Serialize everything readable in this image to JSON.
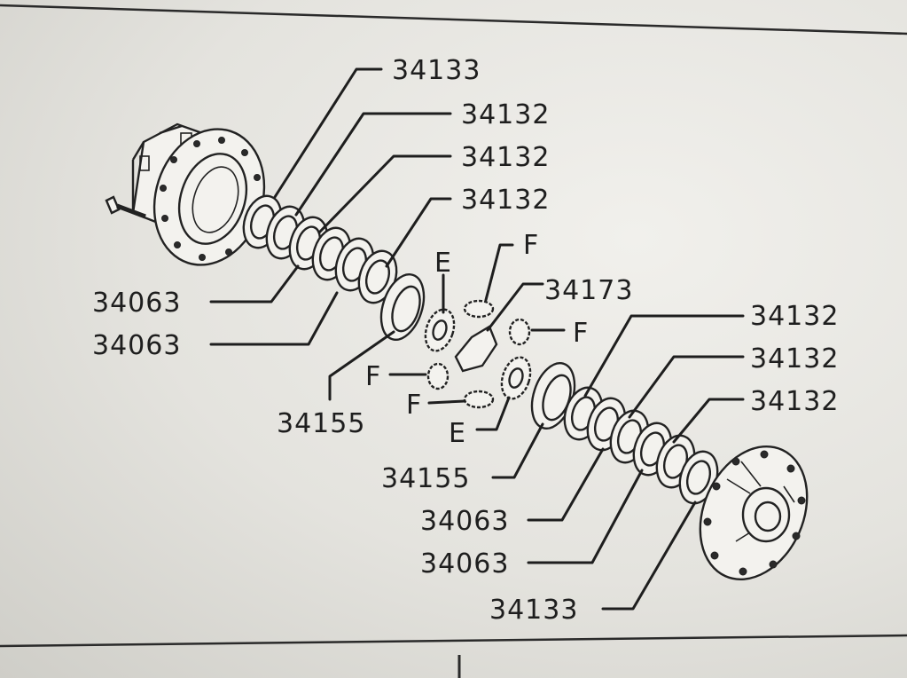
{
  "labels": {
    "top_34133": "34133",
    "top_34132_a": "34132",
    "top_34132_b": "34132",
    "top_34132_c": "34132",
    "left_34063_a": "34063",
    "left_34063_b": "34063",
    "left_34155": "34155",
    "e_upper": "E",
    "f_upper": "F",
    "p_34173": "34173",
    "f_right": "F",
    "f_left": "F",
    "f_lower": "F",
    "e_lower": "E",
    "right_34132_a": "34132",
    "right_34132_b": "34132",
    "right_34132_c": "34132",
    "right_34155": "34155",
    "right_34063_a": "34063",
    "right_34063_b": "34063",
    "bottom_34133": "34133"
  }
}
